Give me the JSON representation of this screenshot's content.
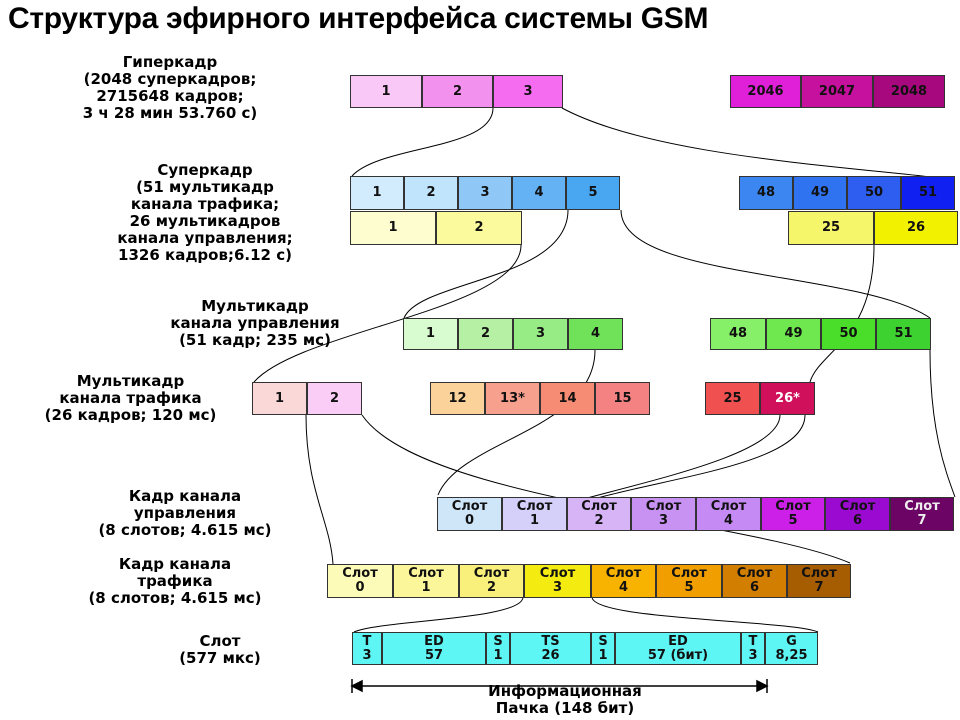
{
  "title": "Структура эфирного интерфейса системы GSM",
  "levels": {
    "hyperframe": {
      "label": "Гиперкадр\n(2048 суперкадров;\n2715648 кадров;\n3 ч 28 мин 53.760 с)",
      "cells": [
        "1",
        "2",
        "3",
        "2046",
        "2047",
        "2048"
      ],
      "colors": [
        "#f9c8f6",
        "#f392ee",
        "#f56cf0",
        "#e020d8",
        "#c6109e",
        "#a8087e"
      ]
    },
    "superframe": {
      "label": "Суперкадр\n(51 мультикадр\nканала трафика;\n26 мультикадров\nканала управления;\n1326 кадров;6.12 с)",
      "traffic_cells": [
        "1",
        "2",
        "3",
        "4",
        "5",
        "48",
        "49",
        "50",
        "51"
      ],
      "traffic_colors": [
        "#d2ecfd",
        "#bfe4fc",
        "#8fc8f6",
        "#64b2f3",
        "#49a6f0",
        "#3b86f0",
        "#2f73f0",
        "#2e5ef0",
        "#1020f0"
      ],
      "control_cells": [
        "1",
        "2",
        "25",
        "26"
      ],
      "control_colors": [
        "#fdfdd0",
        "#fbfb9e",
        "#f6f66a",
        "#f2f200"
      ]
    },
    "control_multiframe": {
      "label": "Мультикадр\nканала управления\n(51 кадр; 235 мс)",
      "cells": [
        "1",
        "2",
        "3",
        "4",
        "48",
        "49",
        "50",
        "51"
      ],
      "colors": [
        "#d8fbd0",
        "#b6f0a4",
        "#98ec86",
        "#6fe25a",
        "#86f068",
        "#6ee84e",
        "#4ade2a",
        "#3ed230"
      ]
    },
    "traffic_multiframe": {
      "label": "Мультикадр\nканала трафика\n(26 кадров; 120 мс)",
      "cells": [
        "1",
        "2",
        "12",
        "13*",
        "14",
        "15",
        "25",
        "26*"
      ],
      "colors": [
        "#fbd8d8",
        "#f9cdf6",
        "#fbd29a",
        "#f7a08e",
        "#f78c74",
        "#f58282",
        "#f05050",
        "#d0105a"
      ]
    },
    "control_frame": {
      "label": "Кадр канала\nуправления\n(8 слотов; 4.615 мс)",
      "cells": [
        "Слот\n0",
        "Слот\n1",
        "Слот\n2",
        "Слот\n3",
        "Слот\n4",
        "Слот\n5",
        "Слот\n6",
        "Слот\n7"
      ],
      "colors": [
        "#cfe6f8",
        "#d4d0fa",
        "#d6b4f6",
        "#c892f2",
        "#c68af4",
        "#cc20e8",
        "#9a0ad0",
        "#6c0466"
      ]
    },
    "traffic_frame": {
      "label": "Кадр канала\nтрафика\n(8 слотов; 4.615 мс)",
      "cells": [
        "Слот\n0",
        "Слот\n1",
        "Слот\n2",
        "Слот\n3",
        "Слот\n4",
        "Слот\n5",
        "Слот\n6",
        "Слот\n7"
      ],
      "colors": [
        "#fdfbb8",
        "#fbf69a",
        "#f8f07a",
        "#f4ec10",
        "#f8b200",
        "#f09e00",
        "#d27e00",
        "#a65c00"
      ]
    },
    "slot": {
      "label": "Слот\n(577 мкс)",
      "cells": [
        "T\n3",
        "ED\n57",
        "S\n1",
        "TS\n26",
        "S\n1",
        "ED\n57 (бит)",
        "T\n3",
        "G\n8,25"
      ],
      "color": "#5ef5f5"
    }
  },
  "info_packet_label": "Информационная\nПачка (148 бит)"
}
